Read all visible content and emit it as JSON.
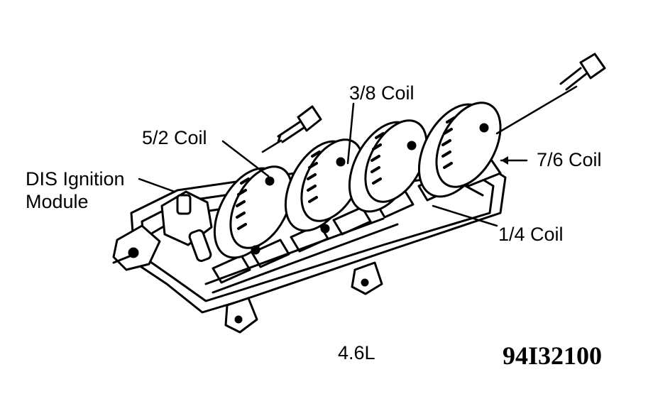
{
  "labels": {
    "dis_line1": "DIS Ignition",
    "dis_line2": "Module",
    "coil_52": "5/2 Coil",
    "coil_38": "3/8 Coil",
    "coil_76": "7/6 Coil",
    "coil_14": "1/4 Coil"
  },
  "engine": "4.6L",
  "figure_code": "94I32100",
  "colors": {
    "ink": "#000000",
    "paper": "#ffffff"
  }
}
